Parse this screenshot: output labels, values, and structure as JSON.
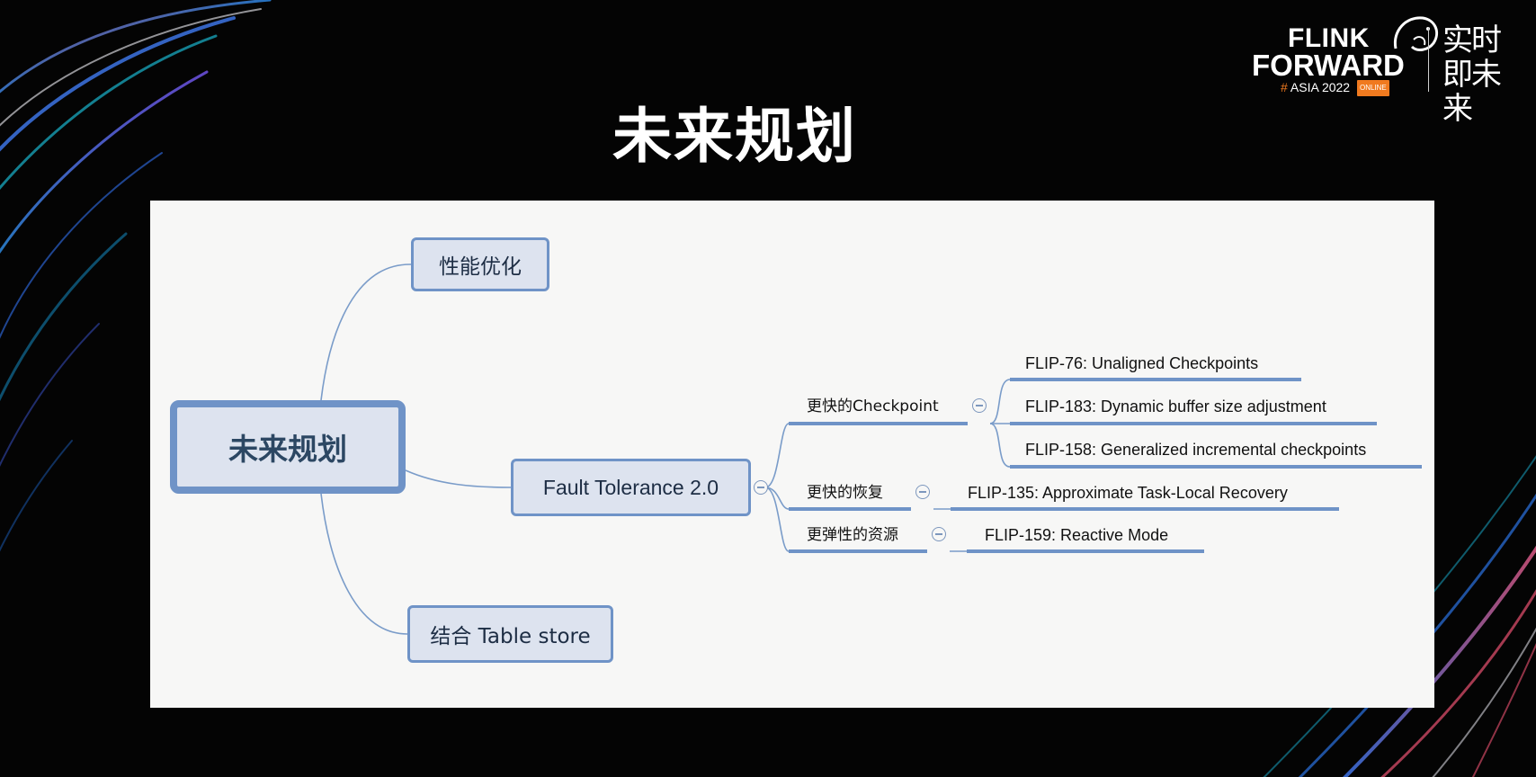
{
  "slide": {
    "title": "未来规划"
  },
  "logo": {
    "line1": "FLINK",
    "line2": "FORWARD",
    "hash": "#",
    "event": "ASIA 2022",
    "badge": "ONLINE",
    "slogan": "实时即未来"
  },
  "mindmap": {
    "root": "未来规划",
    "branches": {
      "performance": "性能优化",
      "fault_tolerance": "Fault Tolerance 2.0",
      "table_store": "结合 Table store"
    },
    "subtopics": {
      "checkpoint": "更快的Checkpoint",
      "recovery": "更快的恢复",
      "elastic": "更弹性的资源"
    },
    "flips": {
      "flip76": "FLIP-76: Unaligned Checkpoints",
      "flip183": "FLIP-183: Dynamic buffer size adjustment",
      "flip158": "FLIP-158: Generalized incremental checkpoints",
      "flip135": "FLIP-135: Approximate Task-Local Recovery",
      "flip159": "FLIP-159: Reactive Mode"
    }
  },
  "colors": {
    "node_fill": "#dde3ef",
    "node_border": "#6f93c7",
    "link": "#7a9cc9",
    "accent": "#f07a1f"
  }
}
